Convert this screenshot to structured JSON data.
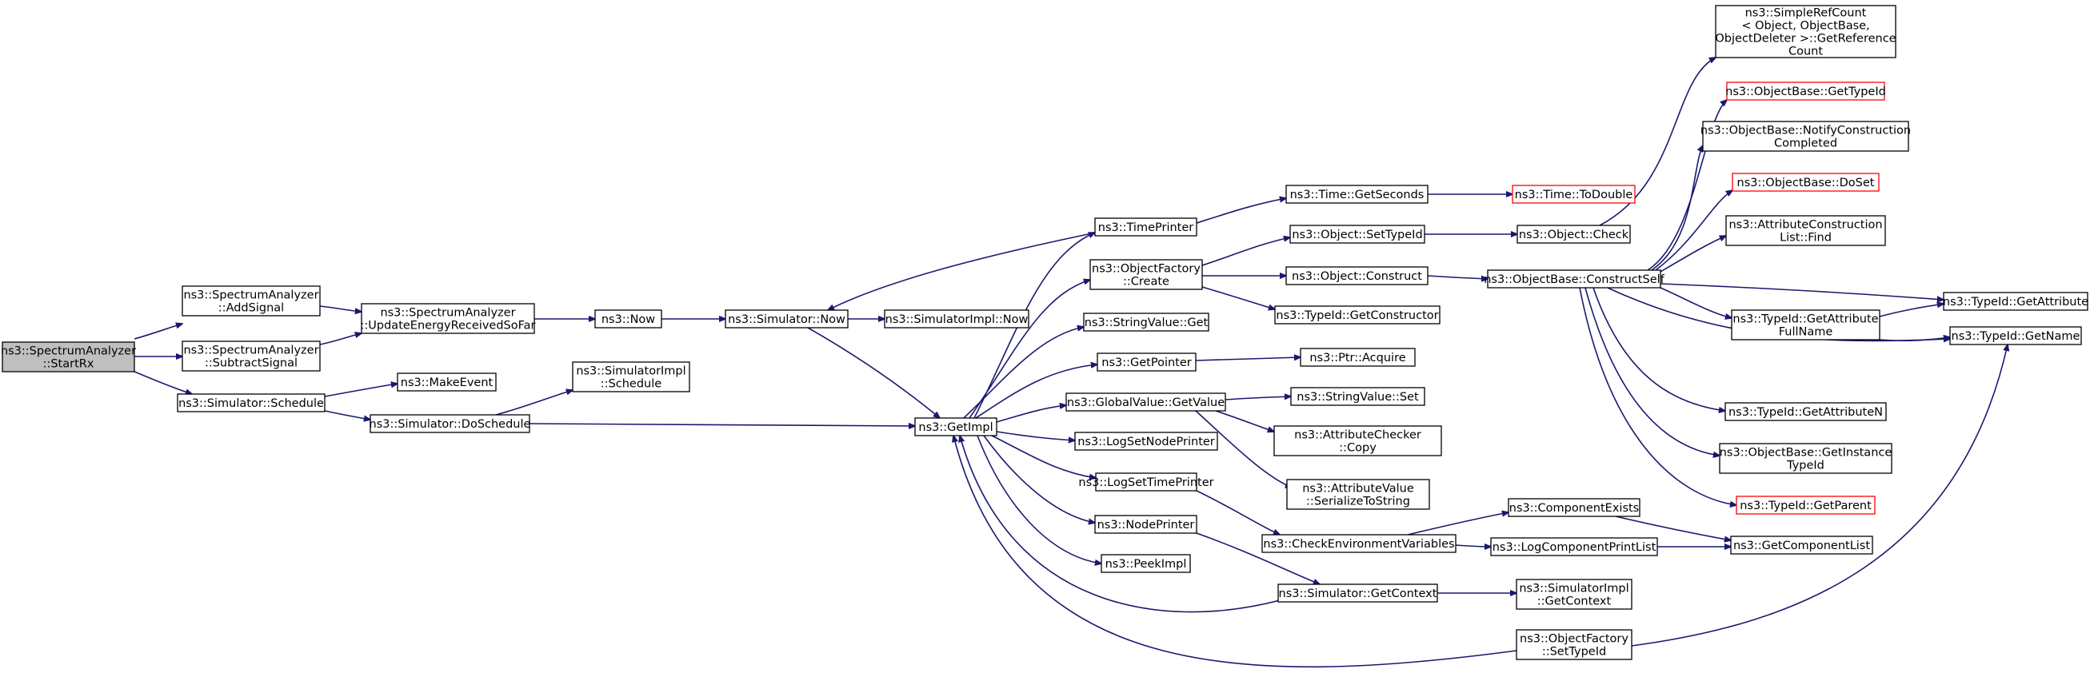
{
  "nodes": [
    {
      "id": "startrx",
      "lines": [
        "ns3::SpectrumAnalyzer",
        "::StartRx"
      ],
      "root": true
    },
    {
      "id": "addsignal",
      "lines": [
        "ns3::SpectrumAnalyzer",
        "::AddSignal"
      ]
    },
    {
      "id": "subtractsignal",
      "lines": [
        "ns3::SpectrumAnalyzer",
        "::SubtractSignal"
      ]
    },
    {
      "id": "schedule",
      "lines": [
        "ns3::Simulator::Schedule"
      ]
    },
    {
      "id": "updateenergy",
      "lines": [
        "ns3::SpectrumAnalyzer",
        "::UpdateEnergyReceivedSoFar"
      ]
    },
    {
      "id": "makeevent",
      "lines": [
        "ns3::MakeEvent"
      ]
    },
    {
      "id": "simimplschedule",
      "lines": [
        "ns3::SimulatorImpl",
        "::Schedule"
      ]
    },
    {
      "id": "doschedule",
      "lines": [
        "ns3::Simulator::DoSchedule"
      ]
    },
    {
      "id": "now",
      "lines": [
        "ns3::Now"
      ]
    },
    {
      "id": "simnow",
      "lines": [
        "ns3::Simulator::Now"
      ]
    },
    {
      "id": "simimplnow",
      "lines": [
        "ns3::SimulatorImpl::Now"
      ]
    },
    {
      "id": "getimpl",
      "lines": [
        "ns3::GetImpl"
      ]
    },
    {
      "id": "timeprinter",
      "lines": [
        "ns3::TimePrinter"
      ]
    },
    {
      "id": "objfactorycreate",
      "lines": [
        "ns3::ObjectFactory",
        "::Create"
      ]
    },
    {
      "id": "stringvalueget",
      "lines": [
        "ns3::StringValue::Get"
      ]
    },
    {
      "id": "getpointer",
      "lines": [
        "ns3::GetPointer"
      ]
    },
    {
      "id": "globalvaluegetvalue",
      "lines": [
        "ns3::GlobalValue::GetValue"
      ]
    },
    {
      "id": "logsetnodeprinter",
      "lines": [
        "ns3::LogSetNodePrinter"
      ]
    },
    {
      "id": "logsettimeprinter",
      "lines": [
        "ns3::LogSetTimePrinter"
      ]
    },
    {
      "id": "nodeprinter",
      "lines": [
        "ns3::NodePrinter"
      ]
    },
    {
      "id": "peekimpl",
      "lines": [
        "ns3::PeekImpl"
      ]
    },
    {
      "id": "timegetseconds",
      "lines": [
        "ns3::Time::GetSeconds"
      ]
    },
    {
      "id": "objectsettypeid",
      "lines": [
        "ns3::Object::SetTypeId"
      ]
    },
    {
      "id": "objectconstruct",
      "lines": [
        "ns3::Object::Construct"
      ]
    },
    {
      "id": "typeidgetconstructor",
      "lines": [
        "ns3::TypeId::GetConstructor"
      ]
    },
    {
      "id": "ptracquire",
      "lines": [
        "ns3::Ptr::Acquire"
      ]
    },
    {
      "id": "stringvalueset",
      "lines": [
        "ns3::StringValue::Set"
      ]
    },
    {
      "id": "attrcheckercopy",
      "lines": [
        "ns3::AttributeChecker",
        "::Copy"
      ]
    },
    {
      "id": "attrvalueserialize",
      "lines": [
        "ns3::AttributeValue",
        "::SerializeToString"
      ]
    },
    {
      "id": "checkenv",
      "lines": [
        "ns3::CheckEnvironmentVariables"
      ]
    },
    {
      "id": "simgetcontext",
      "lines": [
        "ns3::Simulator::GetContext"
      ]
    },
    {
      "id": "objfactorysettypeid",
      "lines": [
        "ns3::ObjectFactory",
        "::SetTypeId"
      ]
    },
    {
      "id": "timetodouble",
      "lines": [
        "ns3::Time::ToDouble"
      ],
      "truncated": true
    },
    {
      "id": "objectcheck",
      "lines": [
        "ns3::Object::Check"
      ]
    },
    {
      "id": "constructself",
      "lines": [
        "ns3::ObjectBase::ConstructSelf"
      ]
    },
    {
      "id": "componentexists",
      "lines": [
        "ns3::ComponentExists"
      ]
    },
    {
      "id": "logcomponentprintlist",
      "lines": [
        "ns3::LogComponentPrintList"
      ]
    },
    {
      "id": "simimplgetcontext",
      "lines": [
        "ns3::SimulatorImpl",
        "::GetContext"
      ]
    },
    {
      "id": "simplerefcount",
      "lines": [
        "ns3::SimpleRefCount",
        "< Object, ObjectBase,",
        "ObjectDeleter >::GetReference",
        "Count"
      ]
    },
    {
      "id": "objbasegettypeid",
      "lines": [
        "ns3::ObjectBase::GetTypeId"
      ],
      "truncated": true
    },
    {
      "id": "notifyconstruction",
      "lines": [
        "ns3::ObjectBase::NotifyConstruction",
        "Completed"
      ]
    },
    {
      "id": "objbasedoset",
      "lines": [
        "ns3::ObjectBase::DoSet"
      ],
      "truncated": true
    },
    {
      "id": "attrconstructionlistfind",
      "lines": [
        "ns3::AttributeConstruction",
        "List::Find"
      ]
    },
    {
      "id": "getattributefullname",
      "lines": [
        "ns3::TypeId::GetAttribute",
        "FullName"
      ]
    },
    {
      "id": "getattributen",
      "lines": [
        "ns3::TypeId::GetAttributeN"
      ]
    },
    {
      "id": "getinstancetypeid",
      "lines": [
        "ns3::ObjectBase::GetInstance",
        "TypeId"
      ]
    },
    {
      "id": "typeidgetparent",
      "lines": [
        "ns3::TypeId::GetParent"
      ],
      "truncated": true
    },
    {
      "id": "getcomponentlist",
      "lines": [
        "ns3::GetComponentList"
      ]
    },
    {
      "id": "typeidgetattribute",
      "lines": [
        "ns3::TypeId::GetAttribute"
      ]
    },
    {
      "id": "typeidgetname",
      "lines": [
        "ns3::TypeId::GetName"
      ]
    }
  ]
}
